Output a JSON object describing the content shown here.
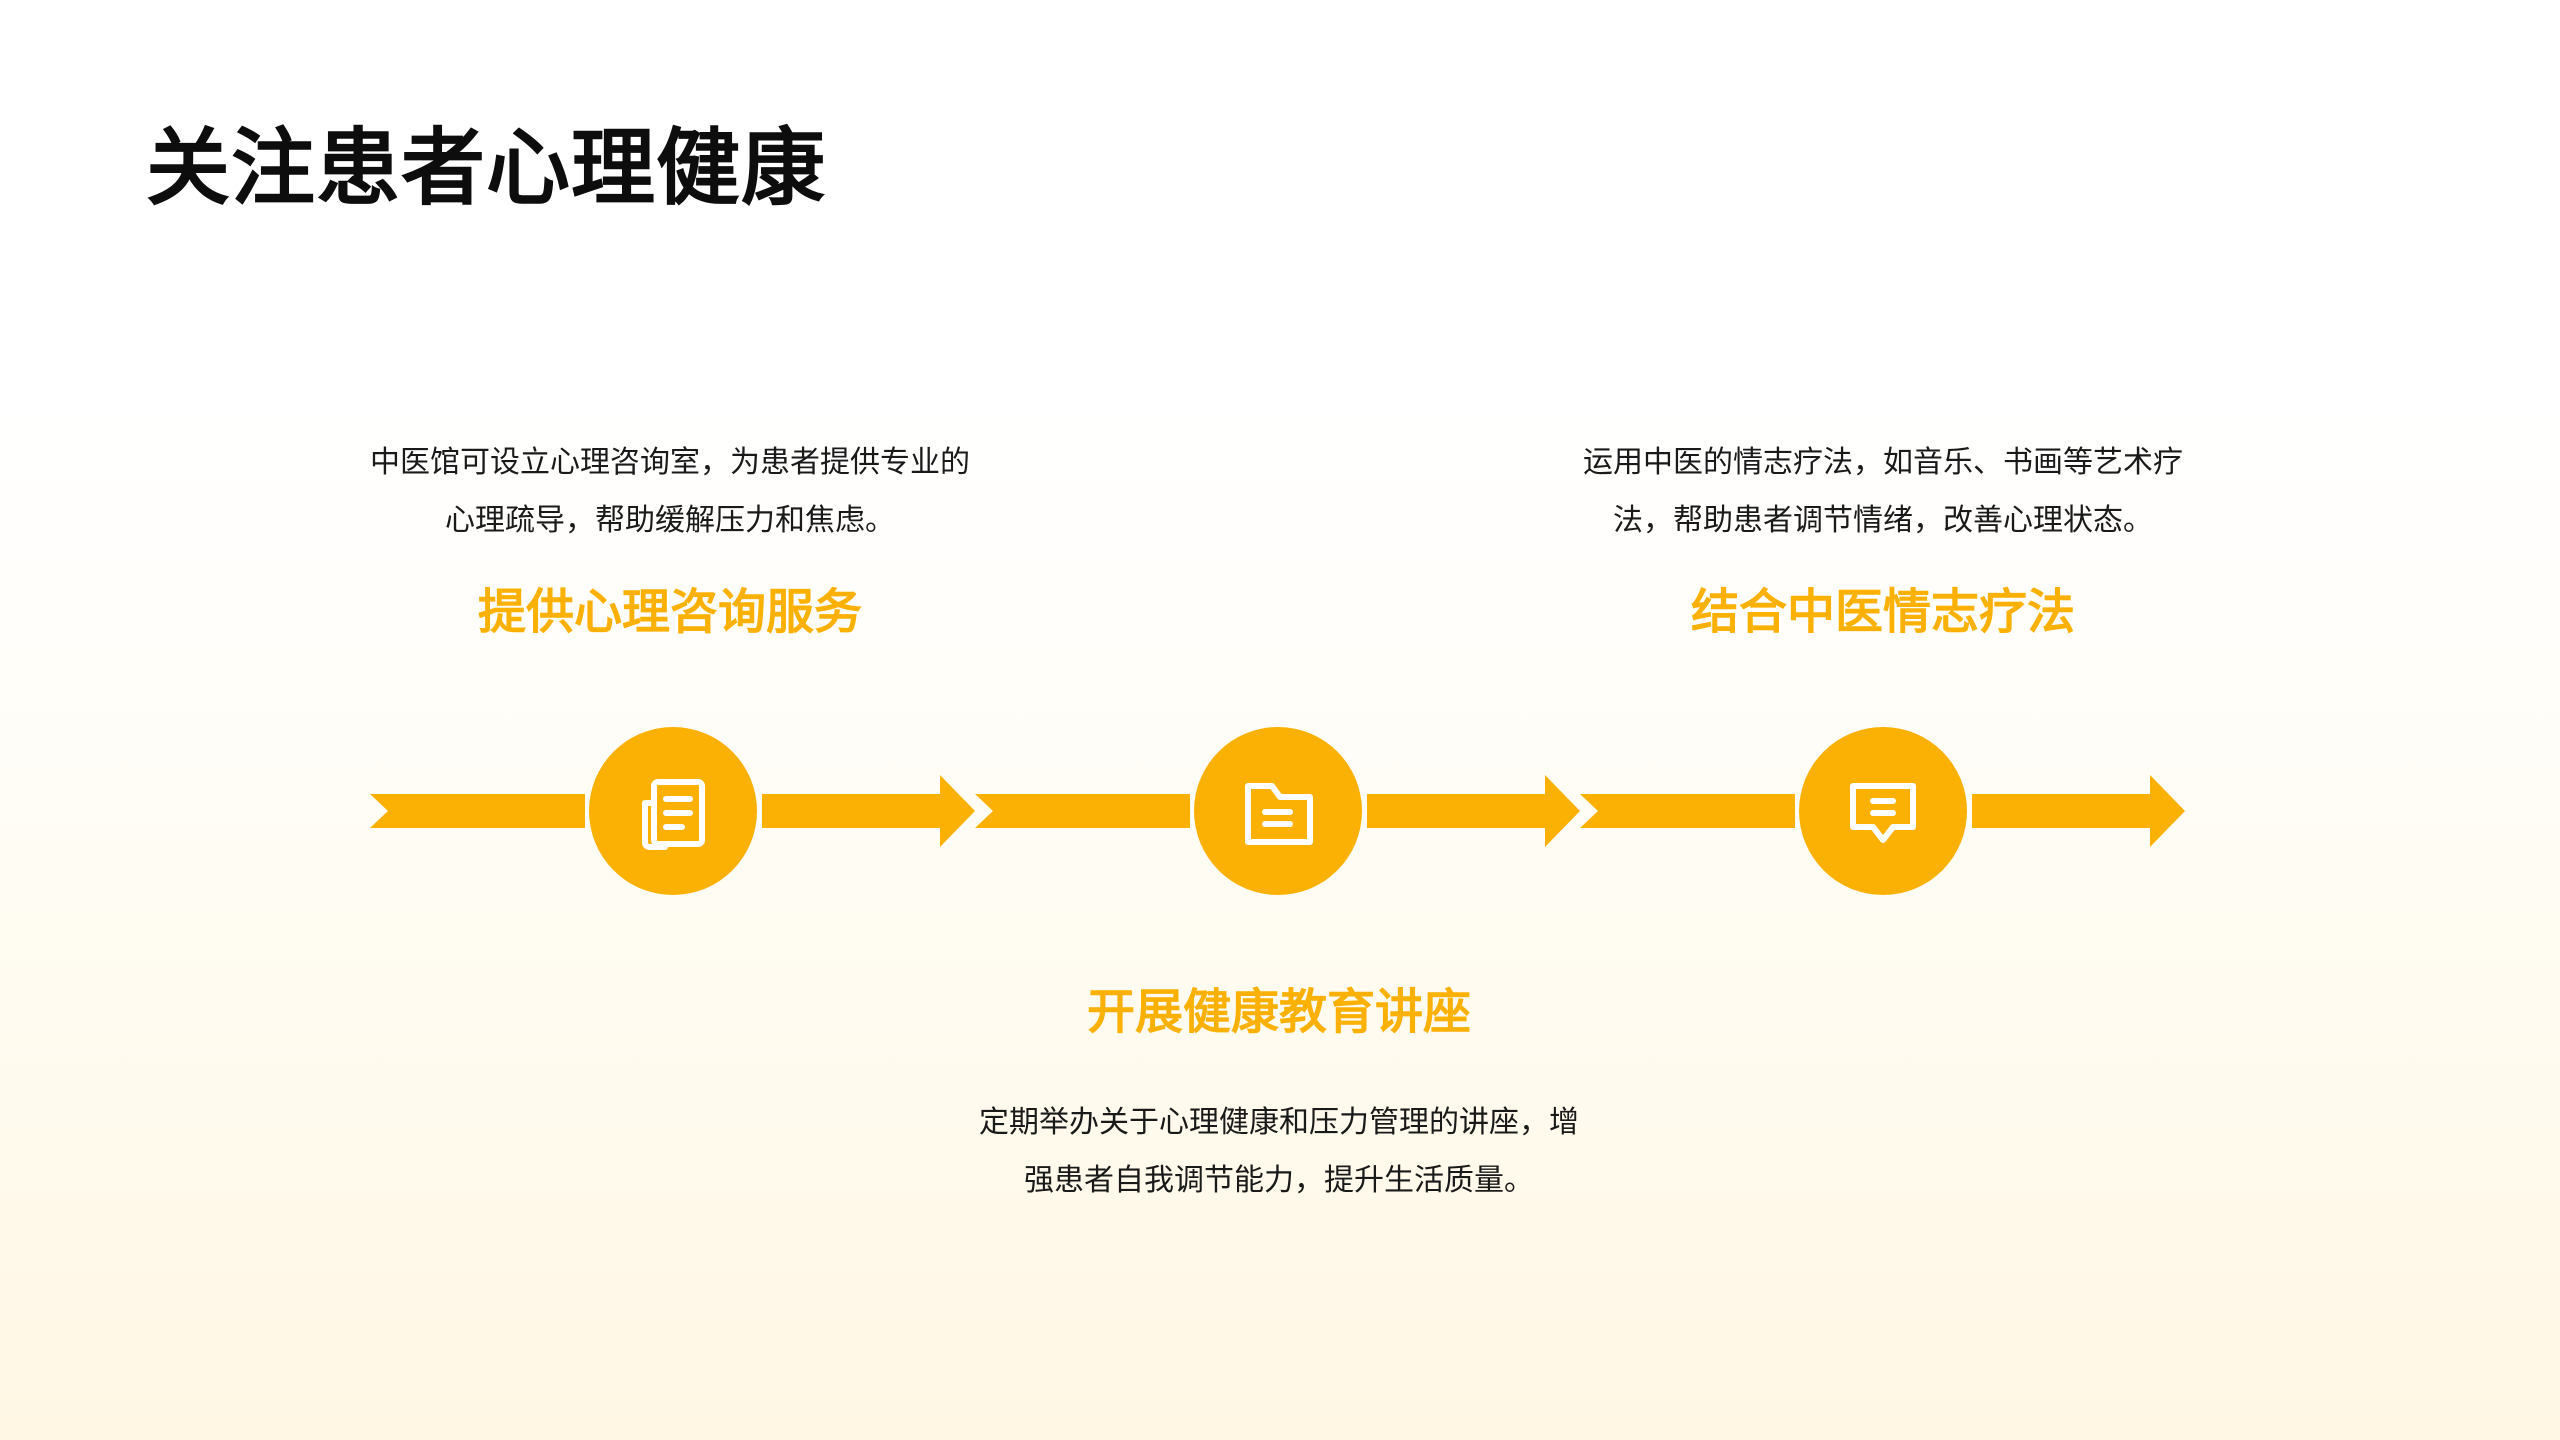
{
  "slide": {
    "title": "关注患者心理健康"
  },
  "steps": [
    {
      "heading": "提供心理咨询服务",
      "desc_lines": [
        "中医馆可设立心理咨询室，为患者提供专业的",
        "心理疏导，帮助缓解压力和焦虑。"
      ],
      "icon": "document-icon"
    },
    {
      "heading": "开展健康教育讲座",
      "desc_lines": [
        "定期举办关于心理健康和压力管理的讲座，增",
        "强患者自我调节能力，提升生活质量。"
      ],
      "icon": "folder-icon"
    },
    {
      "heading": "结合中医情志疗法",
      "desc_lines": [
        "运用中医的情志疗法，如音乐、书画等艺术疗",
        "法，帮助患者调节情绪，改善心理状态。"
      ],
      "icon": "message-icon"
    }
  ],
  "colors": {
    "accent": "#fbb104",
    "text": "#1a1a1a",
    "title": "#0d0d0d"
  }
}
